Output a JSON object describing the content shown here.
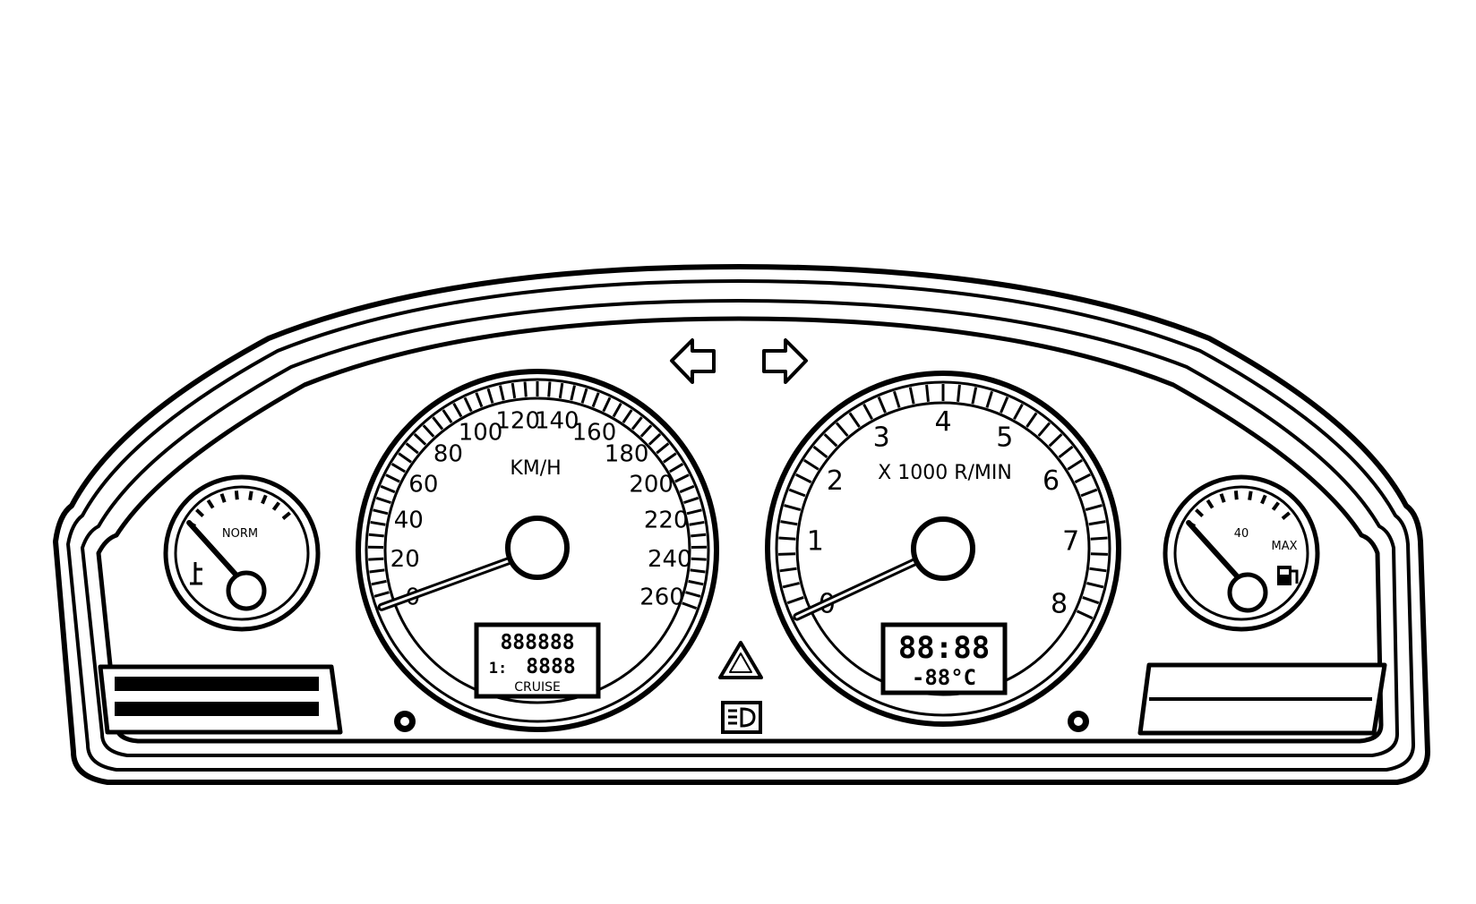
{
  "colors": {
    "ink": "#000000",
    "paper": "#ffffff"
  },
  "speedometer": {
    "unit_label": "KM/H",
    "scale": [
      0,
      20,
      40,
      60,
      80,
      100,
      120,
      140,
      160,
      180,
      200,
      220,
      240,
      260
    ],
    "needle_value": 0,
    "odometer": {
      "odo": "888888",
      "trip_prefix": "1:",
      "trip": "8888",
      "cruise_label": "CRUISE"
    }
  },
  "tachometer": {
    "unit_label": "X 1000 R/MIN",
    "scale": [
      0,
      1,
      2,
      3,
      4,
      5,
      6,
      7,
      8
    ],
    "needle_value": 0,
    "display": {
      "clock": "88:88",
      "temperature": "-88°C"
    }
  },
  "temp_gauge": {
    "label": "NORM",
    "icon": "thermometer-icon",
    "level": 0
  },
  "fuel_gauge": {
    "label": "40",
    "max_label": "MAX",
    "icon": "fuel-pump-icon",
    "level": 0
  },
  "indicators": {
    "turn_left": "left-turn-arrow-icon",
    "turn_right": "right-turn-arrow-icon",
    "hazard": "warning-triangle-icon",
    "headlight": "headlight-icon"
  }
}
